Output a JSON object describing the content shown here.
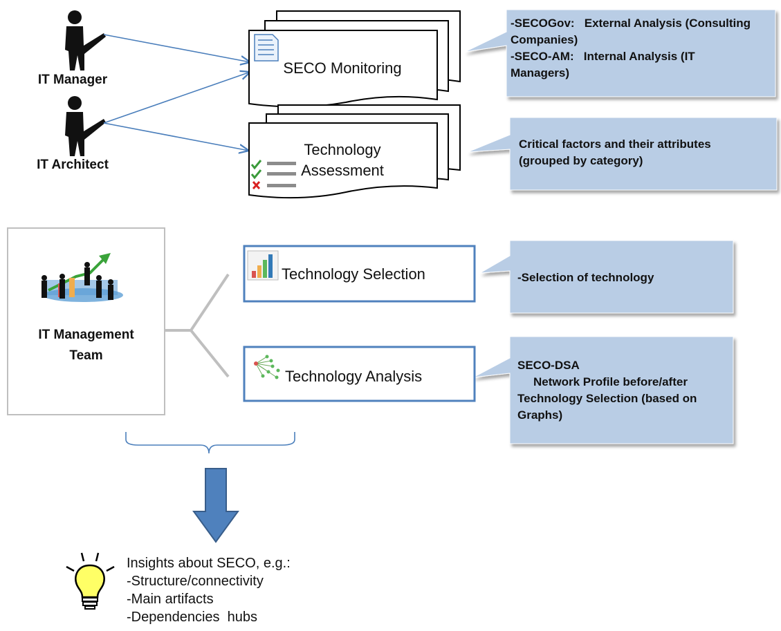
{
  "roles": {
    "it_manager": "IT Manager",
    "it_architect": "IT Architect",
    "it_management_team": [
      "IT Management",
      "Team"
    ]
  },
  "docs": {
    "seco_monitoring": "SECO Monitoring",
    "technology_assessment": [
      "Technology",
      "Assessment"
    ]
  },
  "boxes": {
    "technology_selection": "Technology Selection",
    "technology_analysis": "Technology Analysis"
  },
  "callouts": {
    "monitoring": [
      "-SECOGov:   External Analysis (Consulting",
      "Companies)",
      "-SECO-AM:   Internal Analysis (IT",
      "Managers)"
    ],
    "assessment": [
      "Critical factors and their attributes",
      "(grouped by category)"
    ],
    "selection": [
      "-Selection of technology"
    ],
    "analysis": [
      "SECO-DSA",
      "Network Profile before/after",
      "Technology Selection (based on",
      "Graphs)"
    ]
  },
  "insights": {
    "heading": "Insights about SECO, e.g.:",
    "items": [
      "-Structure/connectivity",
      "-Main artifacts",
      "-Dependencies  hubs"
    ]
  },
  "colors": {
    "callout_fill": "#b9cde5",
    "box_border": "#4f81bd",
    "arrow_fill": "#4f81bd",
    "connector": "#4a7ebb",
    "team_border": "#bfbfbf"
  }
}
